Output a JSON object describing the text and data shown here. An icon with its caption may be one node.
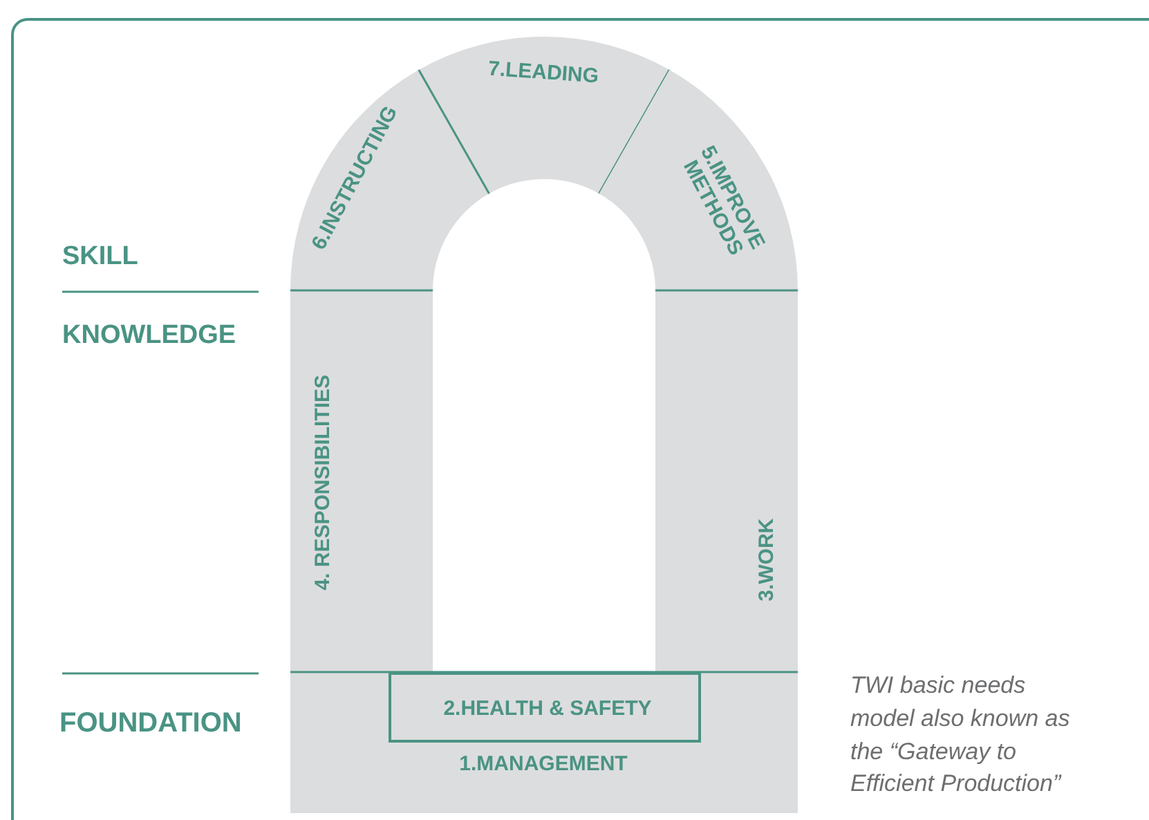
{
  "diagram": {
    "nodes": [
      {
        "text": [
          "6.INSTRUCTING"
        ]
      },
      {
        "text": [
          "7.LEADING"
        ]
      },
      {
        "text": [
          "5.IMPROVE METHODS"
        ]
      },
      {
        "text": [
          "4. RESPONSIBILITIES"
        ]
      },
      {
        "text": [
          "3.WORK"
        ]
      },
      {
        "text": [
          "1.MANAGEMENT"
        ]
      },
      {
        "text": [
          "2.HEALTH & SAFETY"
        ],
        "in": 5
      }
    ],
    "labels": [
      "SKILL",
      "KNOWLEDGE",
      "FOUNDATION",
      "TWI basic needs model also known as the “Gateway to Efficient Production”"
    ]
  }
}
